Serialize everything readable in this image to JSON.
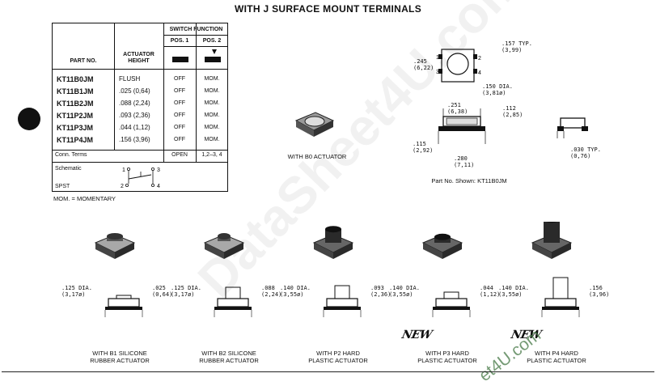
{
  "title": "WITH  J SURFACE MOUNT  TERMINALS",
  "table": {
    "switch_function": "SWITCH FUNCTION",
    "pos1": "POS. 1",
    "pos2": "POS. 2",
    "part_no": "PART NO.",
    "actuator_height": "ACTUATOR HEIGHT",
    "rows": [
      {
        "part": "KT11B0JM",
        "height": "FLUSH",
        "p1": "OFF",
        "p2": "MOM."
      },
      {
        "part": "KT11B1JM",
        "height": ".025 (0,64)",
        "p1": "OFF",
        "p2": "MOM."
      },
      {
        "part": "KT11B2JM",
        "height": ".088 (2,24)",
        "p1": "OFF",
        "p2": "MOM."
      },
      {
        "part": "KT11P2JM",
        "height": ".093 (2,36)",
        "p1": "OFF",
        "p2": "MOM."
      },
      {
        "part": "KT11P3JM",
        "height": ".044 (1,12)",
        "p1": "OFF",
        "p2": "MOM."
      },
      {
        "part": "KT11P4JM",
        "height": ".156 (3,96)",
        "p1": "OFF",
        "p2": "MOM."
      }
    ],
    "conn_terms": "Conn. Terms",
    "conn_open": "OPEN",
    "conn_pos2": "1,2–3, 4",
    "schematic": "Schematic",
    "spst": "SPST",
    "pins": [
      "1",
      "2",
      "3",
      "4"
    ]
  },
  "mom_note": "MOM. = MOMENTARY",
  "top_drawing": {
    "d157": ".157 TYP.\n(3,99)",
    "d245": ".245\n(6,22)",
    "d150": ".150 DIA.\n(3,81ø)",
    "d251": ".251\n(6,38)",
    "d112": ".112\n(2,85)",
    "d115": ".115\n(2,92)",
    "d280": ".280\n(7,11)",
    "d030": ".030 TYP.\n(0,76)",
    "pins": [
      "1",
      "2",
      "3",
      "4"
    ],
    "caption_b0": "WITH B0 ACTUATOR",
    "caption_shown": "Part No. Shown: KT11B0JM"
  },
  "actuators": [
    {
      "dia": ".125 DIA.\n(3,17ø)",
      "h": ".025\n(0,64)",
      "caption": "WITH B1 SILICONE\nRUBBER ACTUATOR",
      "new": false
    },
    {
      "dia": ".125 DIA.\n(3,17ø)",
      "h": ".088\n(2,24)",
      "caption": "WITH B2 SILICONE\nRUBBER ACTUATOR",
      "new": false
    },
    {
      "dia": ".140 DIA.\n(3,55ø)",
      "h": ".093\n(2,36)",
      "caption": "WITH P2 HARD\nPLASTIC ACTUATOR",
      "new": false
    },
    {
      "dia": ".140 DIA.\n(3,55ø)",
      "h": ".044\n(1,12)",
      "caption": "WITH P3 HARD\nPLASTIC ACTUATOR",
      "new": true
    },
    {
      "dia": ".140 DIA.\n(3,55ø)",
      "h": ".156\n(3,96)",
      "caption": "WITH P4 HARD\nPLASTIC ACTUATOR",
      "new": true
    }
  ],
  "new_badge": "NEW",
  "watermark": "DataSheet4U.com",
  "watermark_corner": "et4U.com"
}
